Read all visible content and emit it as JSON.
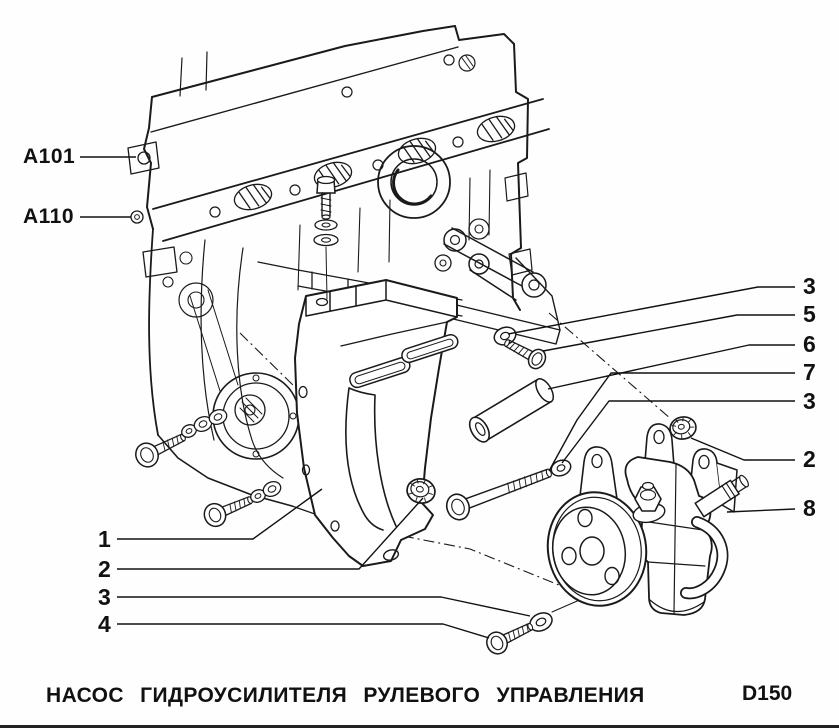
{
  "figure": {
    "caption": "НАСОС ГИДРОУСИЛИТЕЛЯ РУЛЕВОГО УПРАВЛЕНИЯ",
    "code": "D150",
    "anchor_labels": [
      {
        "text": "A101"
      },
      {
        "text": "A110"
      }
    ],
    "right_callouts": [
      {
        "text": "3"
      },
      {
        "text": "5"
      },
      {
        "text": "6"
      },
      {
        "text": "7"
      },
      {
        "text": "3"
      },
      {
        "text": "2"
      },
      {
        "text": "8"
      }
    ],
    "left_callouts": [
      {
        "text": "1"
      },
      {
        "text": "2"
      },
      {
        "text": "3"
      },
      {
        "text": "4"
      }
    ],
    "colors": {
      "line": "#1a1a1a",
      "background": "#fefefe"
    }
  }
}
